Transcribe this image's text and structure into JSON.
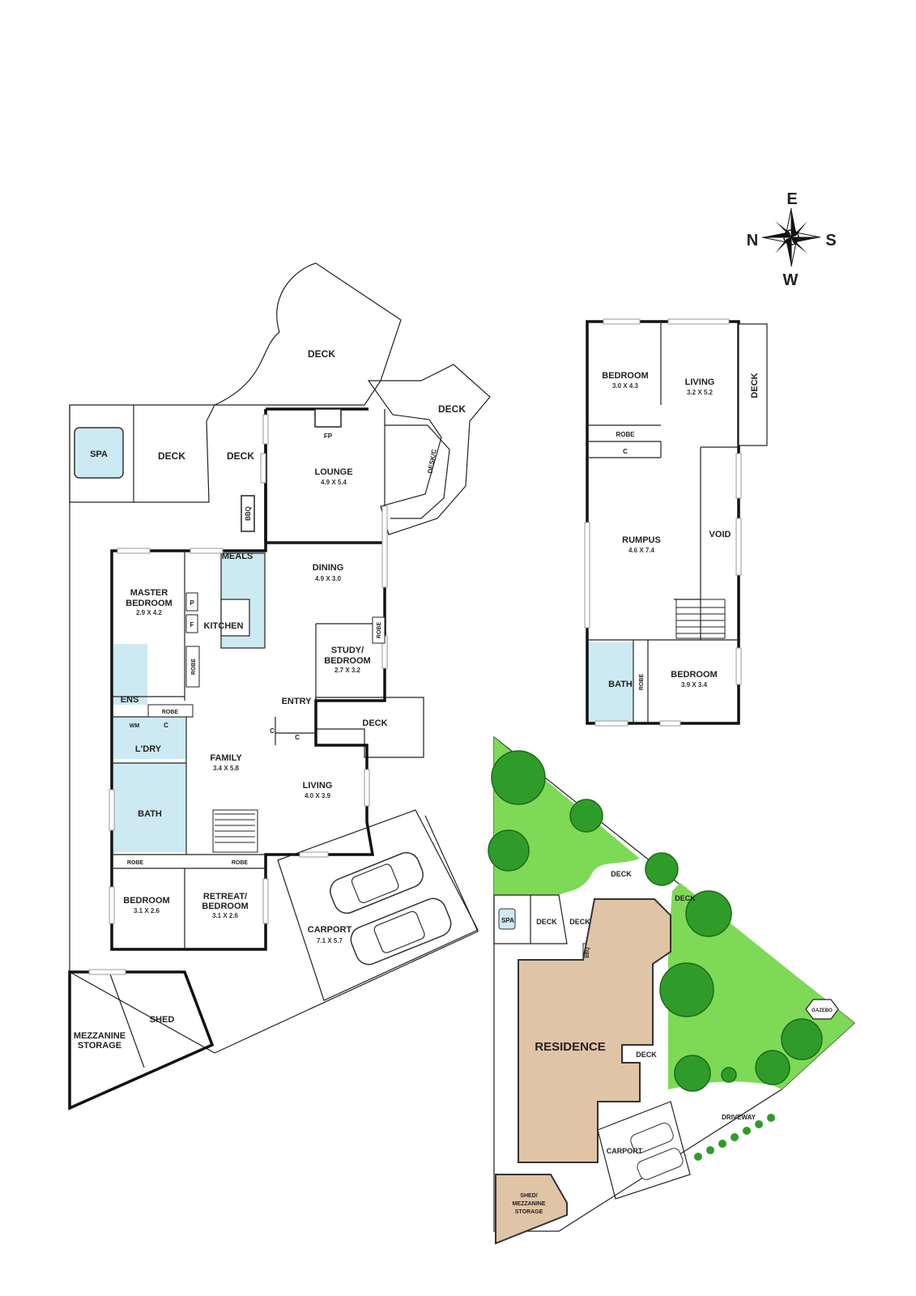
{
  "compass": {
    "n": "N",
    "s": "S",
    "e": "E",
    "w": "W"
  },
  "colors": {
    "wet": "#cdeaf2",
    "lawn": "#7ed957",
    "tree": "#2f9c2a",
    "residence": "#e0c4a6",
    "wall": "#111111"
  },
  "ground": {
    "deck_top": "DECK",
    "deck_right": "DECK",
    "deck_pool": "DECK",
    "deck_left": "DECK",
    "deck_entry": "DECK",
    "desk_c": "DESK/C",
    "spa": "SPA",
    "bbq": "BBQ",
    "fp": "FP",
    "lounge": {
      "name": "LOUNGE",
      "dim": "4.9 X 5.4"
    },
    "dining": {
      "name": "DINING",
      "dim": "4.9 X 3.0"
    },
    "meals": "MEALS",
    "kitchen": "KITCHEN",
    "p": "P",
    "f": "F",
    "master": {
      "name1": "MASTER",
      "name2": "BEDROOM",
      "dim": "2.9 X 4.2"
    },
    "study": {
      "name1": "STUDY/",
      "name2": "BEDROOM",
      "dim": "2.7 X 3.2"
    },
    "robe_study": "ROBE",
    "robe_kitchen": "ROBE",
    "robe_ens": "ROBE",
    "ens": "ENS",
    "wm": "WM",
    "c_ldry": "C",
    "ldry": "L'DRY",
    "bath": "BATH",
    "entry": "ENTRY",
    "c1": "C",
    "c2": "C",
    "family": {
      "name": "FAMILY",
      "dim": "3.4 X 5.8"
    },
    "living": {
      "name": "LIVING",
      "dim": "4.0 X 3.9"
    },
    "robe_bl": "ROBE",
    "robe_br": "ROBE",
    "bedroom": {
      "name": "BEDROOM",
      "dim": "3.1 X 2.6"
    },
    "retreat": {
      "name1": "RETREAT/",
      "name2": "BEDROOM",
      "dim": "3.1 X 2.6"
    },
    "carport": {
      "name": "CARPORT",
      "dim": "7.1 X 5.7"
    },
    "mezz1": "MEZZANINE",
    "mezz2": "STORAGE",
    "shed": "SHED"
  },
  "upper": {
    "bedroom1": {
      "name": "BEDROOM",
      "dim": "3.0 X 4.3"
    },
    "living": {
      "name": "LIVING",
      "dim": "3.2 X 5.2"
    },
    "deck": "DECK",
    "robe": "ROBE",
    "c": "C",
    "rumpus": {
      "name": "RUMPUS",
      "dim": "4.6 X 7.4"
    },
    "void": "VOID",
    "bath": "BATH",
    "robe2": "ROBE",
    "bedroom2": {
      "name": "BEDROOM",
      "dim": "3.9 X 3.4"
    }
  },
  "site": {
    "deck_top": "DECK",
    "deck_right": "DECK",
    "spa": "SPA",
    "deck_a": "DECK",
    "deck_b": "DECK",
    "bbq": "BBQ",
    "residence": "RESIDENCE",
    "deck_mid": "DECK",
    "gazebo": "GAZEBO",
    "driveway": "DRIVEWAY",
    "carport": "CARPORT",
    "shed1": "SHED/",
    "shed2": "MEZZANINE",
    "shed3": "STORAGE"
  }
}
